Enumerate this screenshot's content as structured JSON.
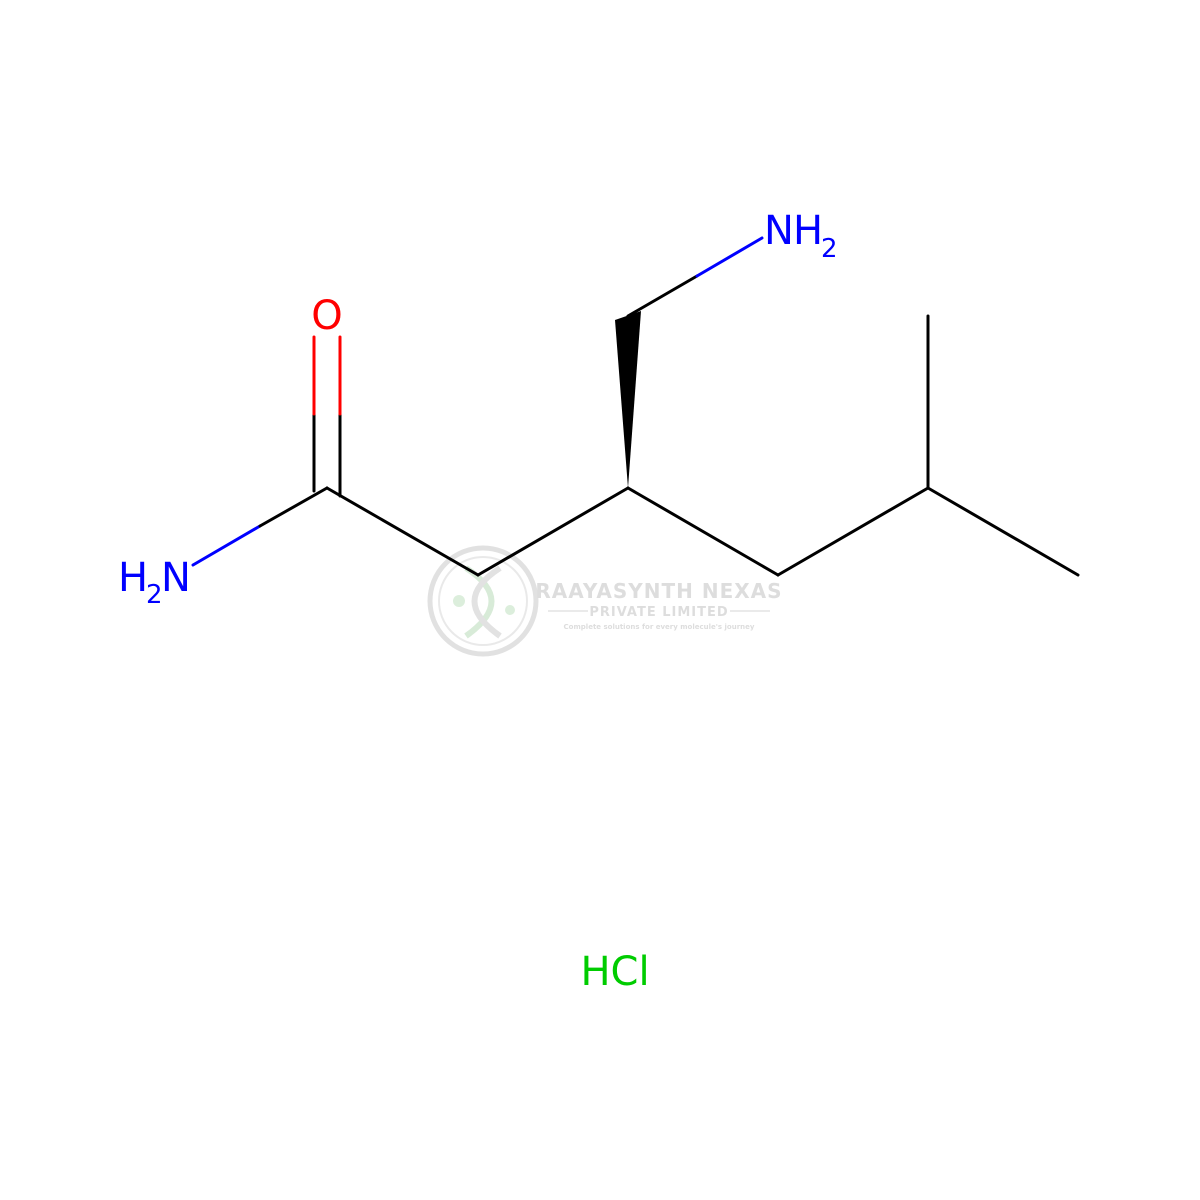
{
  "atoms": {
    "amide_nitrogen": {
      "symbol": "N",
      "hydrogens": "H",
      "h_count": "2"
    },
    "carbonyl_oxygen": {
      "symbol": "O"
    },
    "amine_nitrogen": {
      "symbol": "N",
      "hydrogens": "H",
      "h_count": "2"
    }
  },
  "salt": {
    "label": "HCl"
  },
  "watermark": {
    "company_name": "RAAYASYNTH NEXAS",
    "company_type": "PRIVATE LIMITED",
    "tagline": "Complete solutions for every molecule's journey"
  },
  "colors": {
    "bond": "#000000",
    "nitrogen": "#0000ff",
    "oxygen": "#ff0000",
    "chlorine": "#00cc00",
    "watermark": "#d8d8d8"
  }
}
